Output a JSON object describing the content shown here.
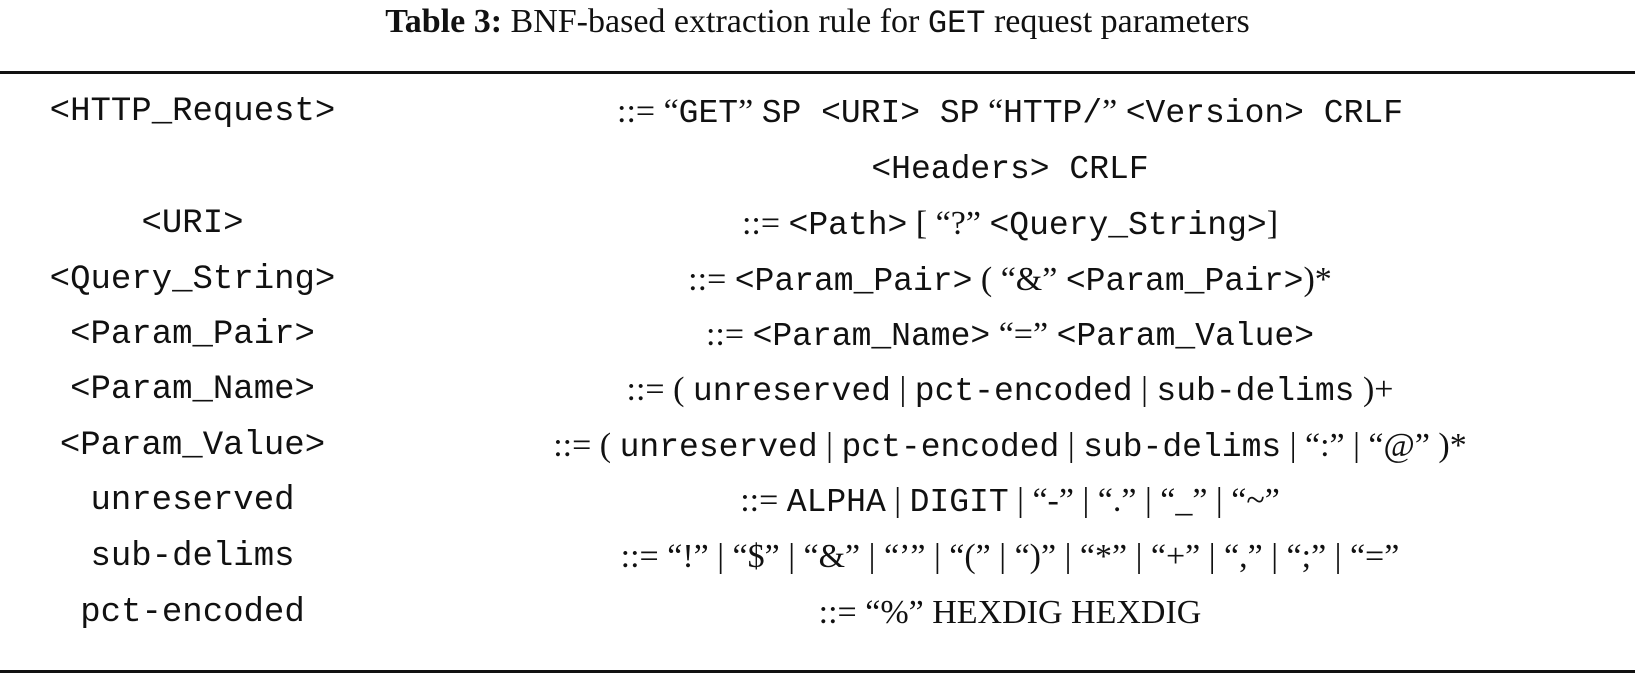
{
  "caption": {
    "label": "Table 3:",
    "text_before": " BNF-based extraction rule for ",
    "code": "GET",
    "text_after": " request parameters"
  },
  "rules": [
    {
      "lhs": "<HTTP_Request>",
      "rhs": [
        {
          "t": "::= “",
          "m": false
        },
        {
          "t": "GET",
          "m": true
        },
        {
          "t": "” ",
          "m": false
        },
        {
          "t": "SP <URI> SP",
          "m": true
        },
        {
          "t": " “",
          "m": false
        },
        {
          "t": "HTTP/",
          "m": true
        },
        {
          "t": "” ",
          "m": false
        },
        {
          "t": "<Version> CRLF",
          "m": true
        }
      ]
    },
    {
      "lhs": "",
      "rhs": [
        {
          "t": "<Headers> CRLF",
          "m": true
        }
      ]
    },
    {
      "lhs": "<URI>",
      "rhs": [
        {
          "t": "::= ",
          "m": false
        },
        {
          "t": "<Path>",
          "m": true
        },
        {
          "t": " [ “?” ",
          "m": false
        },
        {
          "t": "<Query_String>",
          "m": true
        },
        {
          "t": "]",
          "m": false
        }
      ]
    },
    {
      "lhs": "<Query_String>",
      "rhs": [
        {
          "t": "::= ",
          "m": false
        },
        {
          "t": "<Param_Pair>",
          "m": true
        },
        {
          "t": " ( “&” ",
          "m": false
        },
        {
          "t": "<Param_Pair>",
          "m": true
        },
        {
          "t": ")*",
          "m": false
        }
      ]
    },
    {
      "lhs": "<Param_Pair>",
      "rhs": [
        {
          "t": "::= ",
          "m": false
        },
        {
          "t": "<Param_Name>",
          "m": true
        },
        {
          "t": " “=” ",
          "m": false
        },
        {
          "t": "<Param_Value>",
          "m": true
        }
      ]
    },
    {
      "lhs": "<Param_Name>",
      "rhs": [
        {
          "t": "::= ( ",
          "m": false
        },
        {
          "t": "unreserved",
          "m": true
        },
        {
          "t": " | ",
          "m": false
        },
        {
          "t": "pct-encoded",
          "m": true
        },
        {
          "t": " | ",
          "m": false
        },
        {
          "t": "sub-delims",
          "m": true
        },
        {
          "t": " )+",
          "m": false
        }
      ]
    },
    {
      "lhs": "<Param_Value>",
      "rhs": [
        {
          "t": "::= ( ",
          "m": false
        },
        {
          "t": "unreserved",
          "m": true
        },
        {
          "t": " | ",
          "m": false
        },
        {
          "t": "pct-encoded",
          "m": true
        },
        {
          "t": " | ",
          "m": false
        },
        {
          "t": "sub-delims",
          "m": true
        },
        {
          "t": " | “:” | “@” )*",
          "m": false
        }
      ]
    },
    {
      "lhs": "unreserved",
      "rhs": [
        {
          "t": "::= ",
          "m": false
        },
        {
          "t": "ALPHA",
          "m": true
        },
        {
          "t": " | ",
          "m": false
        },
        {
          "t": "DIGIT",
          "m": true
        },
        {
          "t": " | “-” | “.” | “_” | “~”",
          "m": false
        }
      ]
    },
    {
      "lhs": "sub-delims",
      "rhs": [
        {
          "t": "::= “!” | “$” | “&” | “’” | “(” | “)” | “*” | “+” | “,” | “;” | “=”",
          "m": false
        }
      ]
    },
    {
      "lhs": "pct-encoded",
      "rhs": [
        {
          "t": "::= “%” HEXDIG HEXDIG",
          "m": false
        }
      ]
    }
  ]
}
